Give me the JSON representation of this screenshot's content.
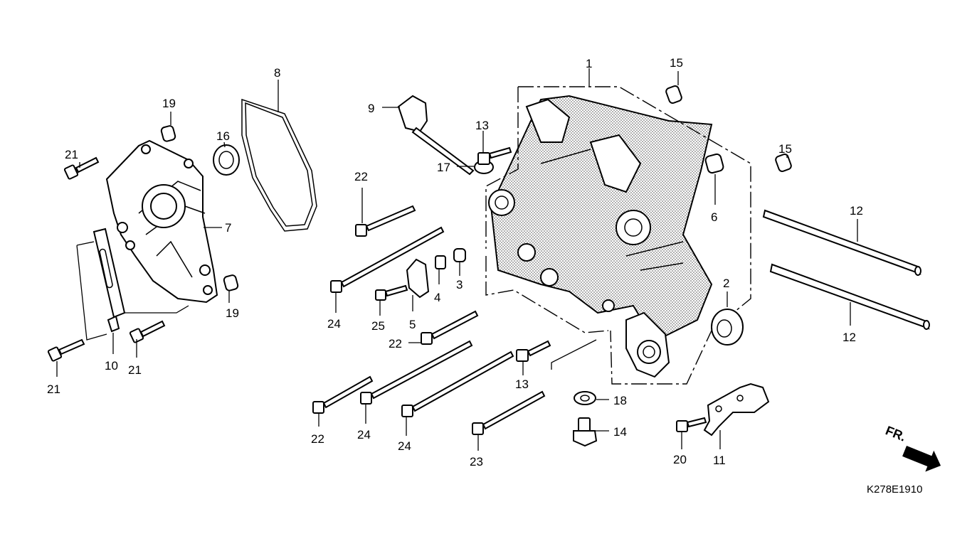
{
  "diagram": {
    "drawing_code": "K278E1910",
    "direction_label": "FR.",
    "part_labels": {
      "p1": "1",
      "p2": "2",
      "p3": "3",
      "p4": "4",
      "p5": "5",
      "p6": "6",
      "p7": "7",
      "p8": "8",
      "p9": "9",
      "p10": "10",
      "p11": "11",
      "p12a": "12",
      "p12b": "12",
      "p13a": "13",
      "p13b": "13",
      "p14": "14",
      "p15a": "15",
      "p15b": "15",
      "p16": "16",
      "p17": "17",
      "p18": "18",
      "p19a": "19",
      "p19b": "19",
      "p20": "20",
      "p21a": "21",
      "p21b": "21",
      "p21c": "21",
      "p22a": "22",
      "p22b": "22",
      "p22c": "22",
      "p23": "23",
      "p24a": "24",
      "p24b": "24",
      "p24c": "24",
      "p25": "25"
    }
  }
}
